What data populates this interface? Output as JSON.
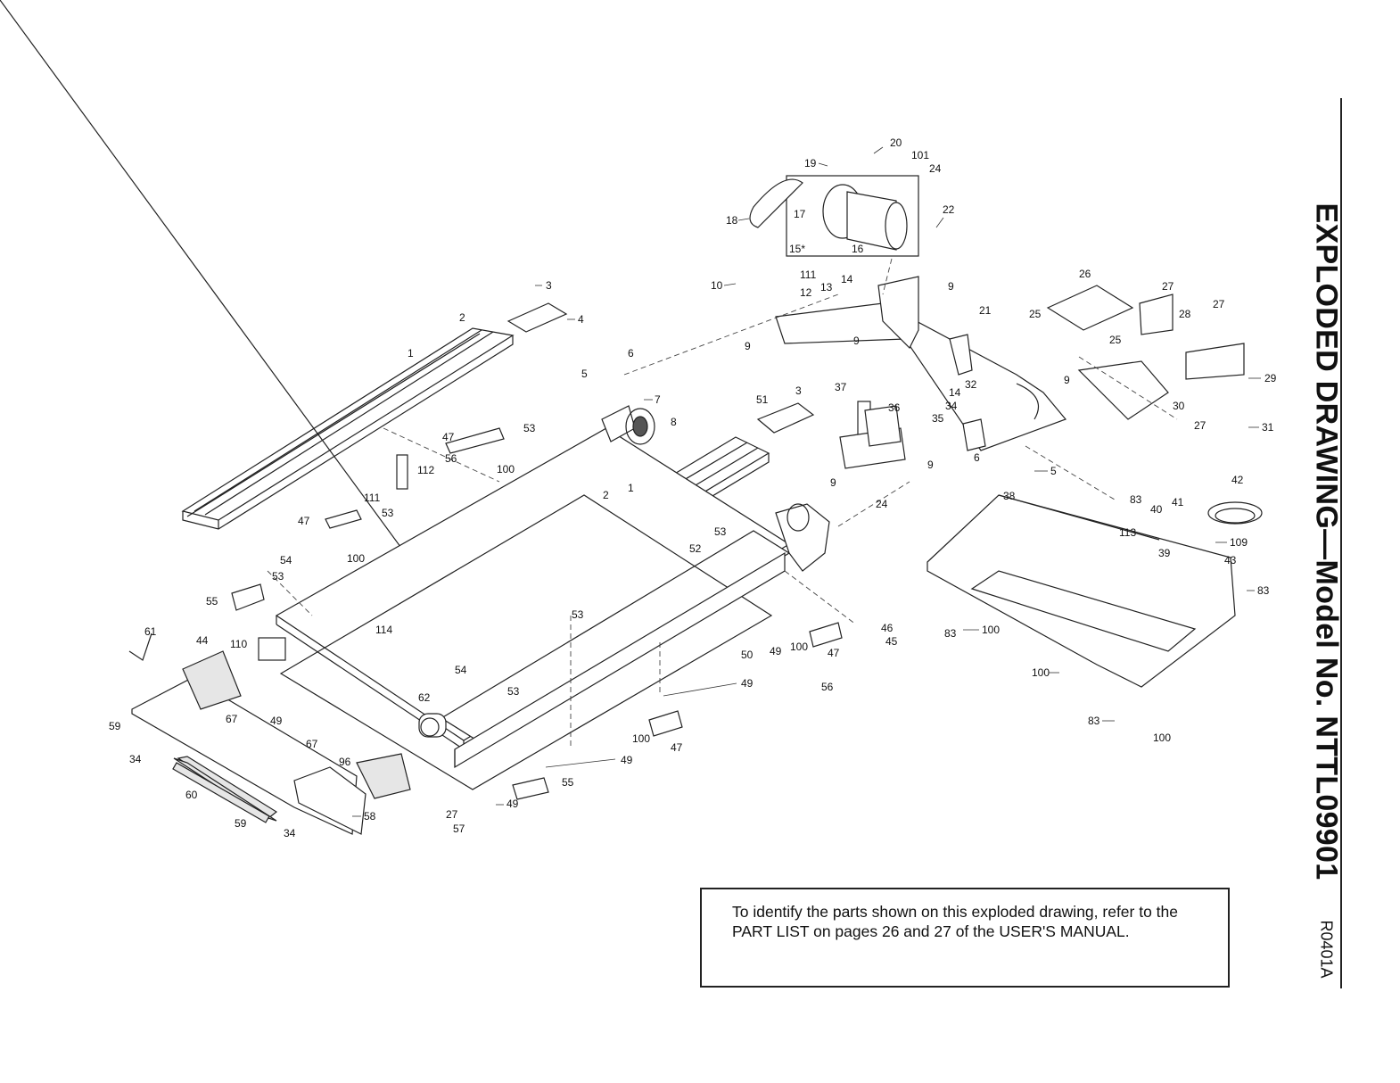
{
  "title": "EXPLODED DRAWING—Model No. NTTL09901",
  "reference_code": "R0401A",
  "note": "To identify the parts shown on this exploded drawing, refer to the PART LIST on pages 26 and 27 of the USER'S MANUAL.",
  "callouts": [
    "1",
    "2",
    "3",
    "4",
    "5",
    "6",
    "7",
    "8",
    "9",
    "10",
    "12",
    "13",
    "14",
    "15*",
    "16",
    "17",
    "18",
    "19",
    "20",
    "21",
    "22",
    "24",
    "25",
    "26",
    "27",
    "28",
    "29",
    "30",
    "31",
    "32",
    "34",
    "35",
    "36",
    "37",
    "38",
    "39",
    "40",
    "41",
    "42",
    "43",
    "44",
    "45",
    "46",
    "47",
    "49",
    "50",
    "51",
    "52",
    "53",
    "54",
    "55",
    "56",
    "57",
    "58",
    "59",
    "60",
    "61",
    "62",
    "67",
    "83",
    "96",
    "100",
    "101",
    "109",
    "110",
    "111",
    "112",
    "113",
    "114"
  ]
}
